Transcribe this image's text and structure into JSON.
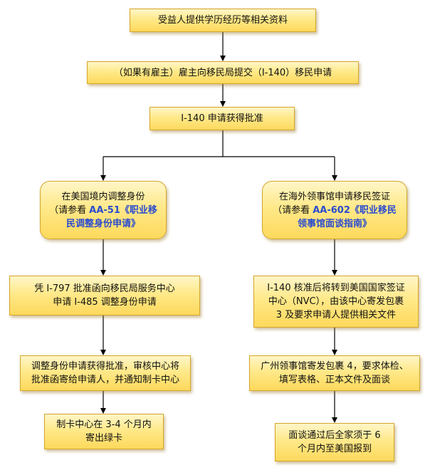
{
  "steps": {
    "s1": "受益人提供学历经历等相关资料",
    "s2": "（如果有雇主）雇主向移民局提交（I-140）移民申请",
    "s3": "I-140 申请获得批准"
  },
  "left": {
    "head_line1": "在美国境内调整身份",
    "head_line2_prefix": "（请参看 ",
    "head_link_a": "AA-51《职业移",
    "head_link_b": "民调整身份申请》",
    "step1_line1": "凭 I-797 批准函向移民局服务中心",
    "step1_line2": "申请 I-485 调整身份申请",
    "step2_line1": "调整身份申请获得批准，审核中心将",
    "step2_line2": "批准函寄给申请人，并通知制卡中心",
    "step3_line1": "制卡中心在 3-4 个月内",
    "step3_line2": "寄出绿卡"
  },
  "right": {
    "head_line1": "在海外领事馆申请移民签证",
    "head_line2_prefix": "（请参看 ",
    "head_link_a": "AA-602《职业移民",
    "head_link_b": "领事馆面谈指南》",
    "step1_line1": "I-140 核准后将转到美国国家签证",
    "step1_line2": "中心（NVC），由该中心寄发包裹",
    "step1_line3": "3 及要求申请人提供相关文件",
    "step2_line1": "广州领事馆寄发包裹 4，要求体检、",
    "step2_line2": "填写表格、正本文件及面谈",
    "step3_line1": "面谈通过后全家须于 6",
    "step3_line2": "个月内至美国报到"
  },
  "colors": {
    "box_fill": "#ffe98a",
    "box_border": "#d6a52a",
    "link": "#2a4bd0",
    "connector": "#000000"
  }
}
